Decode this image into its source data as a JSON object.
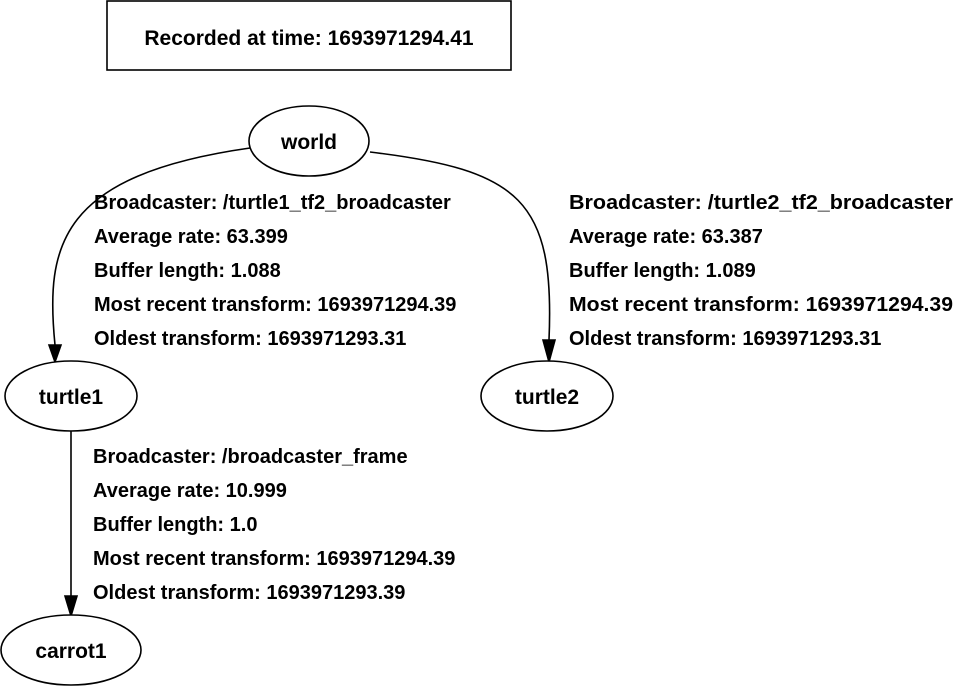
{
  "header": {
    "text": "Recorded at time: 1693971294.41"
  },
  "nodes": {
    "world": "world",
    "turtle1": "turtle1",
    "turtle2": "turtle2",
    "carrot1": "carrot1"
  },
  "edges": {
    "world_turtle1": {
      "lines": [
        "Broadcaster: /turtle1_tf2_broadcaster",
        "Average rate: 63.399",
        "Buffer length: 1.088",
        "Most recent transform: 1693971294.39",
        "Oldest transform: 1693971293.31"
      ]
    },
    "world_turtle2": {
      "lines": [
        "Broadcaster: /turtle2_tf2_broadcaster",
        "Average rate: 63.387",
        "Buffer length: 1.089",
        "Most recent transform: 1693971294.39",
        "Oldest transform: 1693971293.31"
      ]
    },
    "turtle1_carrot1": {
      "lines": [
        "Broadcaster: /broadcaster_frame",
        "Average rate: 10.999",
        "Buffer length: 1.0",
        "Most recent transform: 1693971294.39",
        "Oldest transform: 1693971293.39"
      ]
    }
  }
}
